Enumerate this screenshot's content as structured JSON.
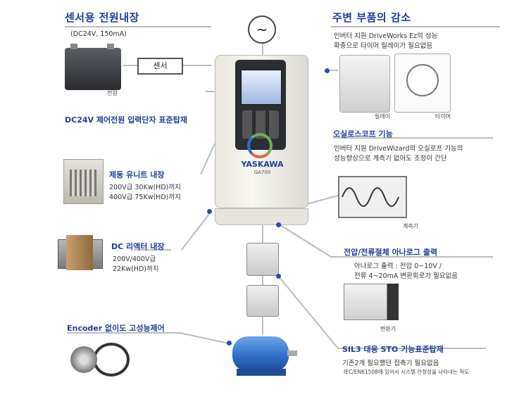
{
  "left": {
    "power": {
      "title": "센서용 전원내장",
      "sub": "(DC24V, 150mA)",
      "sensor_label": "센서",
      "battery_caption": "전원"
    },
    "dc24v": {
      "title": "DC24V 제어전원 입력단자 표준탑재"
    },
    "brake": {
      "title": "제동 유니트 내장",
      "line1": "200V급 30Kw(HD)까지",
      "line2": "400V급 75Kw(HD)까지"
    },
    "reactor": {
      "title": "DC 리액터 내장",
      "line1": "200V/400V급",
      "line2": "22Kw(HD)까지"
    },
    "encoder": {
      "title": "Encoder 없이도 고성능제어"
    }
  },
  "right": {
    "parts": {
      "title": "주변 부품의 감소",
      "line1": "인버터 지원 DriveWorks Ez의 성능",
      "line2": "확충으로 타이머 릴레이가 필요없음",
      "relay_caption": "릴레이",
      "timer_caption": "타이머"
    },
    "scope": {
      "title": "오실로스코프 기능",
      "line1": "인버터 지원 DriveWizard의 오실로프 기능의",
      "line2": "성능향상으로 계측기 없어도 조정이 간단",
      "meter_caption": "계측기"
    },
    "analog": {
      "title": "전압/전류절체 아나로그 출력",
      "line1": "아나로그 출력 : 전압 0~10V /",
      "line2": "전류 4~20mA 변환회로가 필요없음",
      "converter_caption": "변환기"
    },
    "sil3": {
      "title": "SIL3 대응 STO 기능표준탑재",
      "line1": "기존2개 필요했던 접촉기 필요없음",
      "line2": "IEC/EN61508에 있어서 시스템 안정성을 나타내는 척도"
    }
  },
  "drive": {
    "brand": "YASKAWA",
    "model": "GA700"
  },
  "colors": {
    "accent": "#1f3d9c",
    "dot": "#1f4fb5",
    "line": "#b8bcc4",
    "motor": "#2f6fc9"
  }
}
